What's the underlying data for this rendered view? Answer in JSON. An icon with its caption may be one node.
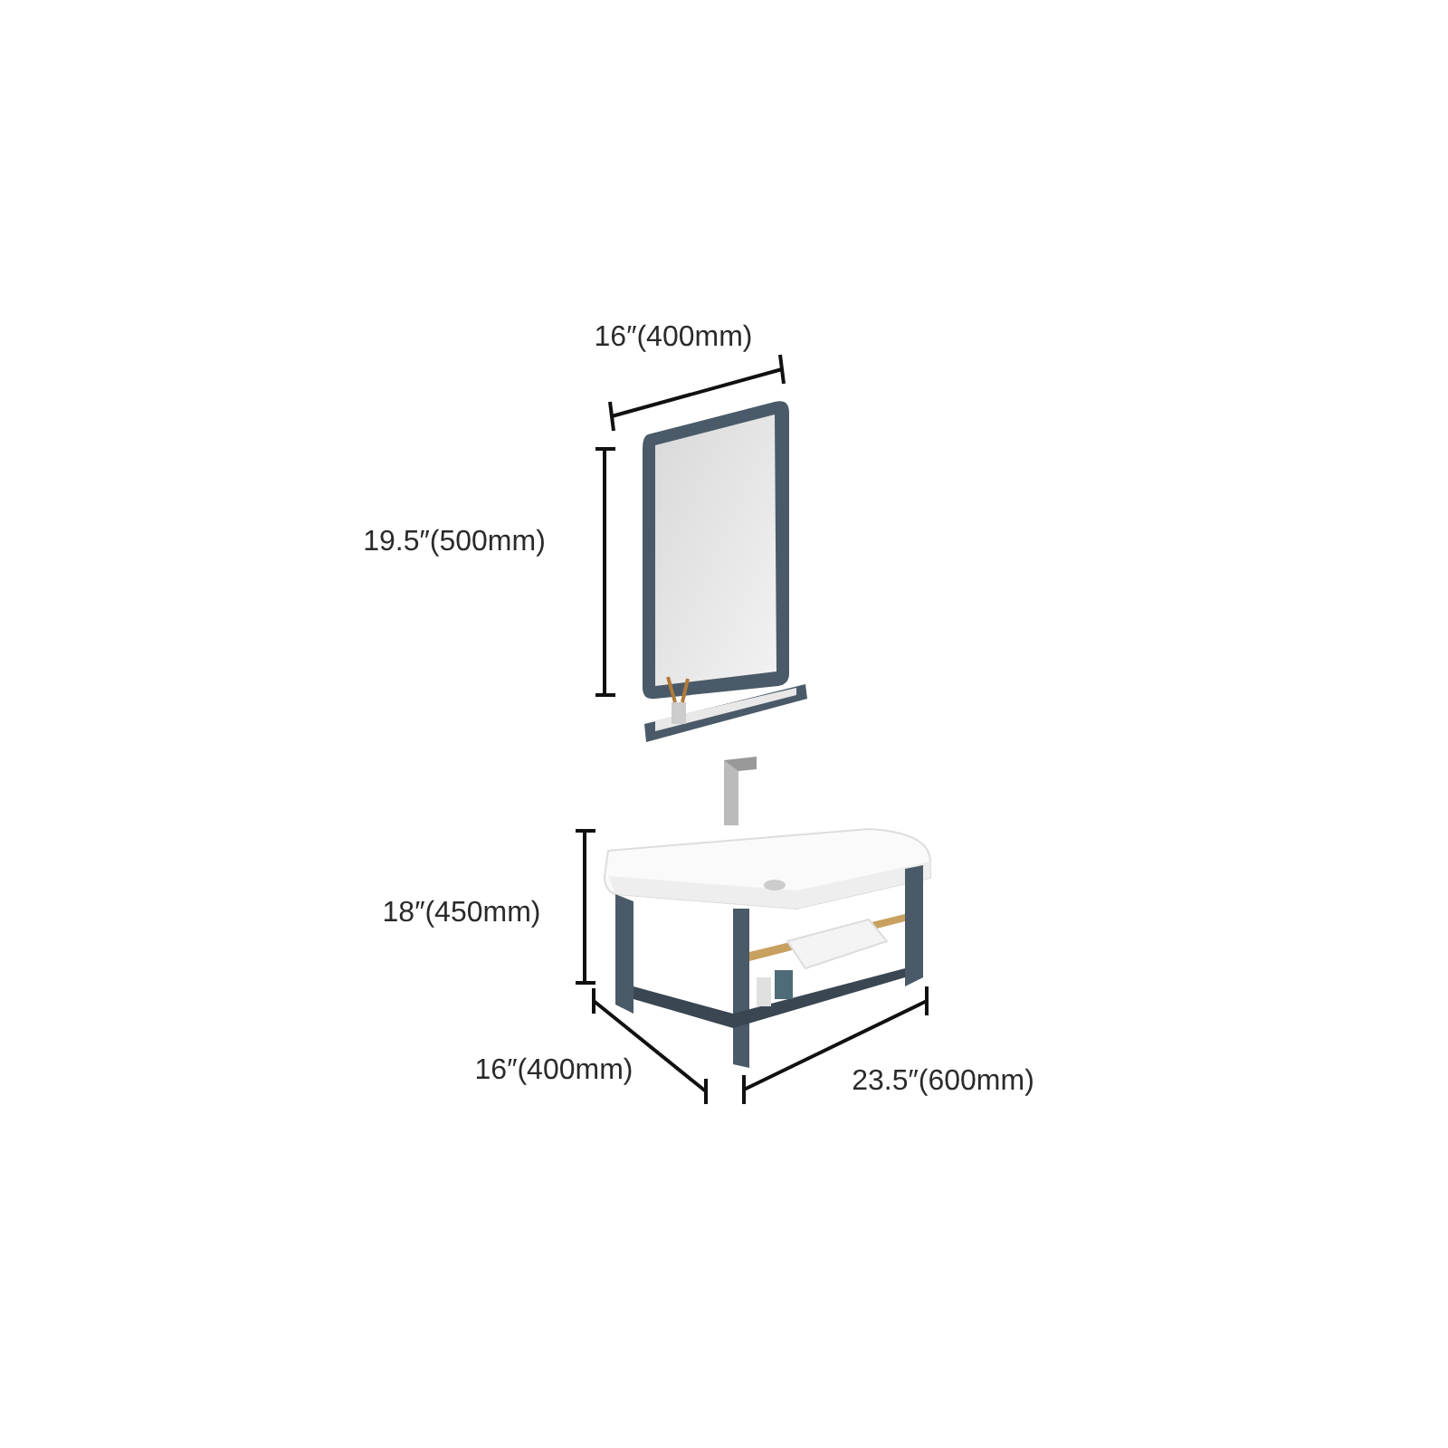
{
  "diagram": {
    "labels": [
      "16″(400mm)",
      "19.5″(500mm)",
      "18″(450mm)",
      "16″(400mm)",
      "23.5″(600mm)"
    ]
  }
}
